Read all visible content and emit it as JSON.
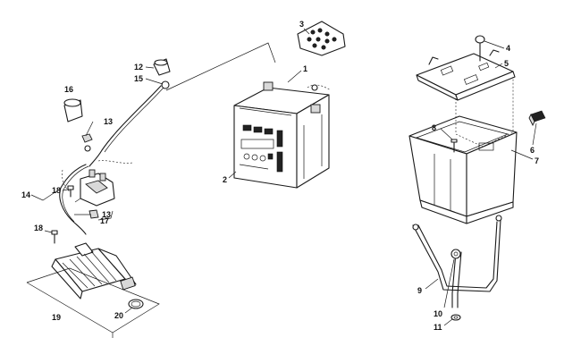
{
  "callouts": {
    "c1": "1",
    "c2": "2",
    "c3": "3",
    "c4": "4",
    "c5": "5",
    "c6": "6",
    "c7": "7",
    "c8": "8",
    "c9": "9",
    "c10": "10",
    "c11": "11",
    "c12": "12",
    "c13a": "13",
    "c13b": "13",
    "c14": "14",
    "c15": "15",
    "c16": "16",
    "c17": "17",
    "c18a": "18",
    "c18b": "18",
    "c19": "19",
    "c20": "20"
  }
}
